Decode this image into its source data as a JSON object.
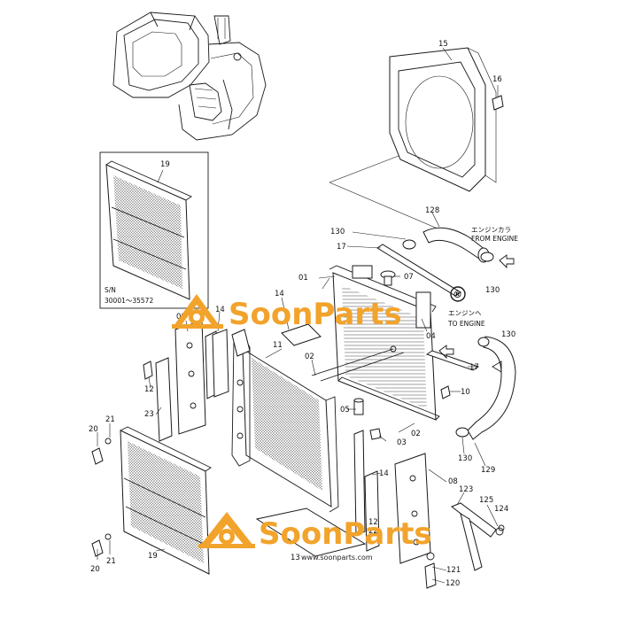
{
  "callouts": {
    "p01": "01",
    "p02": "02",
    "p03": "03",
    "p04": "04",
    "p05": "05",
    "p07": "07",
    "p08": "08",
    "p09": "09",
    "p10": "10",
    "p11": "11",
    "p12": "12",
    "p13": "13",
    "p14": "14",
    "p15": "15",
    "p16": "16",
    "p17": "17",
    "p19": "19",
    "p20": "20",
    "p21": "21",
    "p22": "22",
    "p23": "23",
    "p120": "120",
    "p121": "121",
    "p123": "123",
    "p124": "124",
    "p125": "125",
    "p128": "128",
    "p129": "129",
    "p130": "130"
  },
  "notes": {
    "engine_from_jp": "エンジンカラ",
    "engine_from_en": "FROM  ENGINE",
    "engine_to_jp": "エンジンヘ",
    "engine_to_en": "TO  ENGINE",
    "sn_label": "S/N",
    "sn_range": "30001～35572",
    "registered": "®"
  },
  "watermark": {
    "brand": "SoonParts",
    "url": "www.soonparts.com",
    "color": "#f2a32c"
  }
}
